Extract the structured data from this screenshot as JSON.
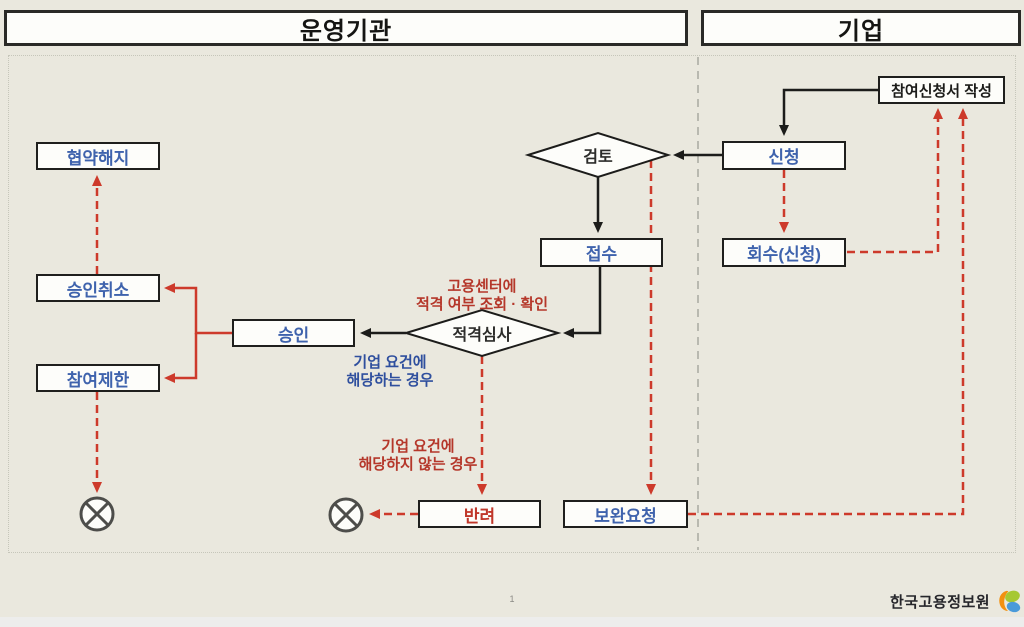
{
  "lanes": {
    "left": "운영기관",
    "right": "기업"
  },
  "nodes": {
    "application_form": "참여신청서 작성",
    "application": "신청",
    "review": "검토",
    "receipt": "접수",
    "withdrawal": "회수(신청)",
    "eligibility_screening": "적격심사",
    "approval": "승인",
    "approval_cancellation": "승인취소",
    "agreement_termination": "협약해지",
    "participation_restriction": "참여제한",
    "rejection": "반려",
    "supplement_request": "보완요청"
  },
  "annotations": {
    "employment_center": {
      "line1": "고용센터에",
      "line2": "적격 여부 조회 · 확인"
    },
    "eligible_case": {
      "line1": "기업 요건에",
      "line2": "해당하는 경우"
    },
    "ineligible_case": {
      "line1": "기업 요건에",
      "line2": "해당하지 않는 경우"
    }
  },
  "footer": {
    "page_number": "1",
    "logo_text": "한국고용정보원"
  },
  "colors": {
    "background": "#eae8de",
    "accent_red": "#cd3a2b",
    "accent_blue": "#3f63ad",
    "red_text": "#b5372a",
    "divider_gray": "#b9b9b0"
  }
}
